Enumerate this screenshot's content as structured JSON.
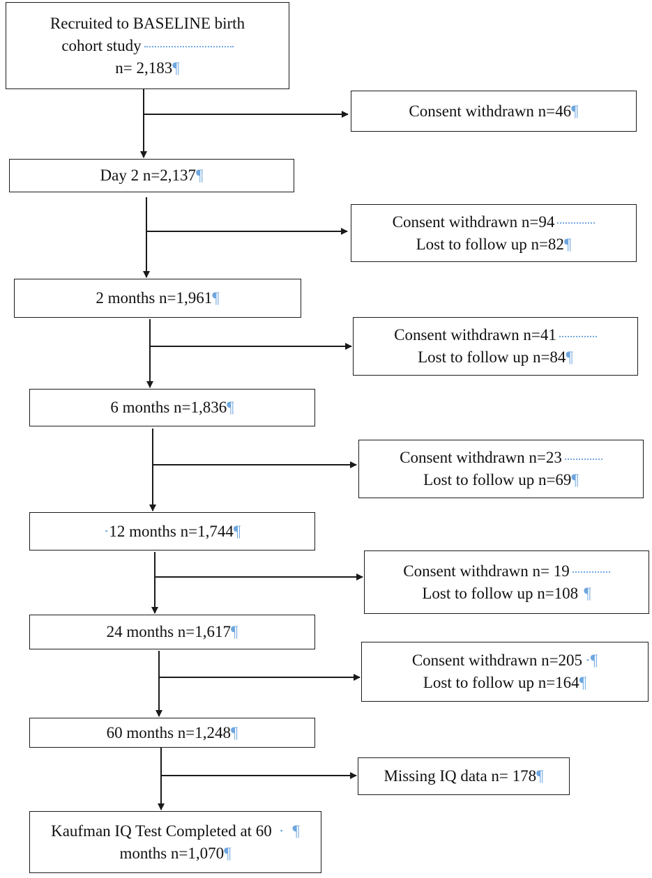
{
  "colors": {
    "text": "#111111",
    "border": "#1a1a1a",
    "formatting_mark": "#6ea6df"
  },
  "main_flow": [
    {
      "lines": [
        "Recruited to BASELINE birth",
        "cohort study",
        "n= 2,183"
      ]
    },
    {
      "lines": [
        "Day 2 n=2,137"
      ]
    },
    {
      "lines": [
        "2 months n=1,961"
      ]
    },
    {
      "lines": [
        "6 months n=1,836"
      ]
    },
    {
      "lines": [
        "12 months n=1,744"
      ]
    },
    {
      "lines": [
        "24 months n=1,617"
      ]
    },
    {
      "lines": [
        "60 months n=1,248"
      ]
    },
    {
      "lines": [
        "Kaufman IQ Test Completed at 60",
        "months n=1,070"
      ]
    }
  ],
  "exclusions": [
    {
      "lines": [
        "Consent withdrawn n=46"
      ]
    },
    {
      "lines": [
        "Consent withdrawn n=94",
        "Lost to follow up n=82"
      ]
    },
    {
      "lines": [
        "Consent withdrawn n=41",
        "Lost to follow up n=84"
      ]
    },
    {
      "lines": [
        "Consent withdrawn n=23",
        "Lost to follow up n=69"
      ]
    },
    {
      "lines": [
        "Consent withdrawn n= 19",
        "Lost to follow up n=108"
      ]
    },
    {
      "lines": [
        "Consent withdrawn n=205",
        "Lost to follow up n=164"
      ]
    },
    {
      "lines": [
        "Missing IQ data n= 178"
      ]
    }
  ],
  "formatting_marks": {
    "pilcrow": "¶",
    "space_dot": "·"
  }
}
